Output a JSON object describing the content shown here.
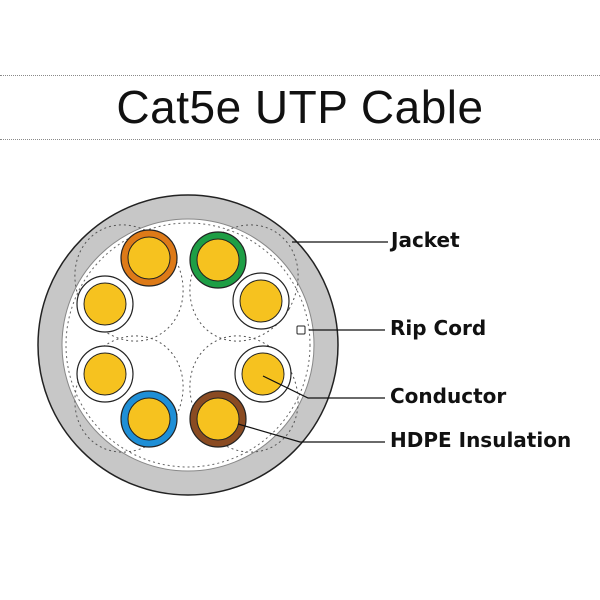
{
  "title": "Cat5e UTP Cable",
  "labels": {
    "jacket": "Jacket",
    "rip_cord": "Rip Cord",
    "conductor": "Conductor",
    "insulation": "HDPE Insulation"
  },
  "colors": {
    "jacket": "#c7c7c7",
    "jacket_inner": "#ffffff",
    "conductor": "#f6c21f",
    "orange": "#dd7a18",
    "green": "#1e9e45",
    "blue": "#1f8fd6",
    "brown": "#8a4b22",
    "white": "#ffffff",
    "line": "#111111"
  },
  "conductors": [
    {
      "id": "orange",
      "ring": "orange"
    },
    {
      "id": "green",
      "ring": "green"
    },
    {
      "id": "white-top-left",
      "ring": "white"
    },
    {
      "id": "white-top-right",
      "ring": "white"
    },
    {
      "id": "white-bottom-left",
      "ring": "white"
    },
    {
      "id": "white-bottom-right",
      "ring": "white"
    },
    {
      "id": "blue",
      "ring": "blue"
    },
    {
      "id": "brown",
      "ring": "brown"
    }
  ]
}
